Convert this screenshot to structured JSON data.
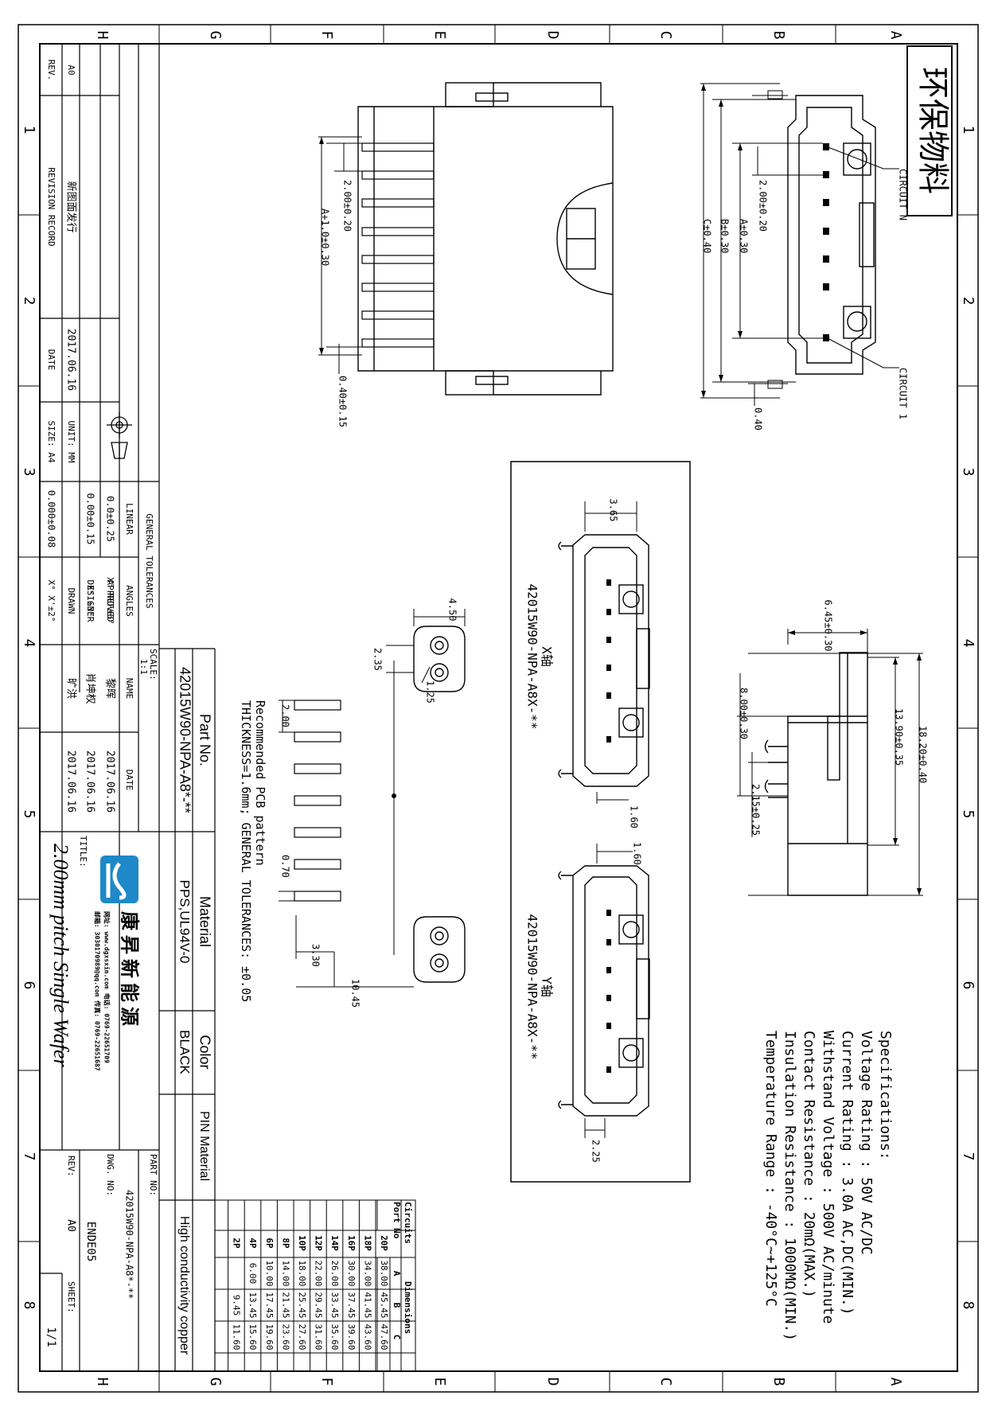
{
  "stamp": "环保物料",
  "zones": {
    "cols": [
      "A",
      "B",
      "C",
      "D",
      "E",
      "F",
      "G",
      "H"
    ],
    "rows": [
      "1",
      "2",
      "3",
      "4",
      "5",
      "6",
      "7",
      "8"
    ]
  },
  "specs": {
    "heading": "Specifications:",
    "lines": [
      "Voltage Rating : 50V AC/DC",
      "Current Rating : 3.0A AC,DC(MIN.)",
      "Withstand Voltage : 500V AC/minute",
      "Contact Resistance : 20mΩ(MAX.)",
      "Insulation Resistance : 1000MΩ(MIN.)",
      "Temperature Range : -40°C~+125°C"
    ]
  },
  "top_view": {
    "circuit_n": "CIRCUIT N",
    "circuit_1": "CIRCUIT 1",
    "dim_pitch": "2.00±0.20",
    "dim_a": "A±0.30",
    "dim_b": "B±0.30",
    "dim_c": "C±0.40",
    "dim_pin": "0.40"
  },
  "front_view": {
    "dim_pitch": "2.00±0.20",
    "dim_a1": "A+1.0±0.30",
    "dim_pin": "0.40±0.15"
  },
  "side_view": {
    "dim_overall": "18.20±0.40",
    "dim_body": "13.90±0.35",
    "dim_width": "6.45±0.30",
    "dim_tail": "8.00±0.30",
    "dim_post": "2.15±0.25"
  },
  "views": {
    "x_label": "X轴",
    "x_part": "42015W90-NPA-A8X-**",
    "y_label": "Y轴",
    "y_part": "42015W90-NPA-A8X-**",
    "dim_365": "3.65",
    "dim_160a": "1.60",
    "dim_160b": "1.60",
    "dim_225": "2.25"
  },
  "pcb": {
    "dim_450": "4.50",
    "dim_235": "2.35",
    "dim_125": "1.25",
    "dim_200": "2.00",
    "dim_070": "0.70",
    "dim_330": "3.30",
    "dim_1045": "10.45",
    "note1": "Recommended PCB pattern",
    "note2": "THICKNESS=1.6mm; GENERAL TOLERANCES: ±0.05"
  },
  "table": {
    "title_circuits": "Circuits",
    "title_port": "Port No",
    "title_dimensions": "Dimensions",
    "cols": [
      "A",
      "B",
      "C"
    ],
    "rows": [
      {
        "p": "20P",
        "a": "38.00",
        "b": "45.45",
        "c": "47.60"
      },
      {
        "p": "18P",
        "a": "34.00",
        "b": "41.45",
        "c": "43.60"
      },
      {
        "p": "16P",
        "a": "30.00",
        "b": "37.45",
        "c": "39.60"
      },
      {
        "p": "14P",
        "a": "26.00",
        "b": "33.45",
        "c": "35.60"
      },
      {
        "p": "12P",
        "a": "22.00",
        "b": "29.45",
        "c": "31.60"
      },
      {
        "p": "10P",
        "a": "18.00",
        "b": "25.45",
        "c": "27.60"
      },
      {
        "p": "8P",
        "a": "14.00",
        "b": "21.45",
        "c": "23.60"
      },
      {
        "p": "6P",
        "a": "10.00",
        "b": "17.45",
        "c": "19.60"
      },
      {
        "p": "4P",
        "a": "6.00",
        "b": "13.45",
        "c": "15.60"
      },
      {
        "p": "2P",
        "a": "",
        "b": "9.45",
        "c": "11.60"
      }
    ]
  },
  "title_block": {
    "part_no_label": "Part No.",
    "part_no": "42015W90-NPA-A8*-**",
    "material_label": "Material",
    "material": "PPS,UL94V-0",
    "color_label": "Color",
    "color": "BLACK",
    "pin_material_label": "PIN Material",
    "pin_material": "High conductivity copper",
    "scale_label": "SCALE:",
    "scale": "1:1",
    "name_label": "NAME",
    "date_label": "DATE",
    "approved_label": "APPROVED",
    "approved_name": "黎晖",
    "approved_date": "2017.06.16",
    "designer_label": "DESIGNER",
    "designer_name": "肖坤权",
    "designer_date": "2017.06.16",
    "drawn_label": "DRAWN",
    "drawn_name": "旷洪",
    "drawn_date": "2017.06.16",
    "general_tol": "GENERAL TOLERANCES",
    "linear": "LINEAR",
    "angles": "ANGLES",
    "tol_r1_lin": "0.0±0.25",
    "tol_r1_ang": "X° REF±6°",
    "tol_r2_lin": "0.00±0.15",
    "tol_r2_ang": "X° ±3°",
    "tol_r3_lin": "0.000±0.08",
    "tol_r3_ang": "X° X'±2°",
    "unit": "UNIT: MM",
    "size": "SIZE: A4",
    "rev_label": "REV.",
    "rev_a0": "A0",
    "revision_record": "REVISION RECORD",
    "revision_text": "新图面发行",
    "date_col": "DATE",
    "revision_date": "2017.06.16",
    "title_label": "TITLE:",
    "title": "2.00mm pitch Single Wafer",
    "company": "康 昇 新 能 源",
    "company_line1": "网址: www.dgxsxin.com  电话: 0769-22651709",
    "company_line2": "邮箱: 3030170989@qq.com  传真: 0769-22651687",
    "part_no_title": "PART NO:",
    "part_no_value": "42015W90-NPA-A8*-**",
    "dwg_label": "DWG. NO:",
    "dwg_no": "ENDE05",
    "rev2_label": "REV:",
    "rev2": "A0",
    "sheet_label": "SHEET:",
    "sheet": "1/1"
  }
}
